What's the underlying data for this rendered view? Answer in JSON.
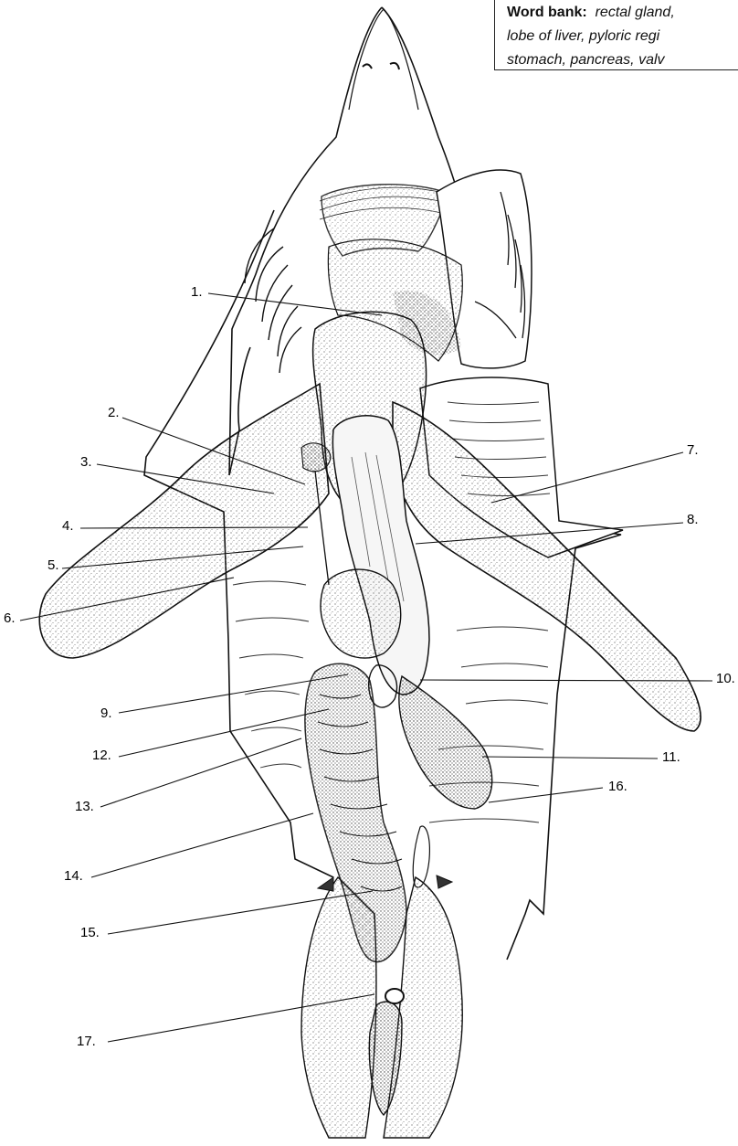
{
  "word_bank": {
    "title": "Word bank:",
    "lines": [
      "rectal gland,",
      "lobe of liver, pyloric regi",
      "stomach, pancreas, valv"
    ]
  },
  "labels": [
    "1.",
    "2.",
    "3.",
    "4.",
    "5.",
    "6.",
    "7.",
    "8.",
    "9.",
    "10.",
    "11.",
    "12.",
    "13.",
    "14.",
    "15.",
    "16.",
    "17."
  ],
  "colors": {
    "ink": "#111111",
    "paper": "#ffffff",
    "stipple": "#444444"
  }
}
